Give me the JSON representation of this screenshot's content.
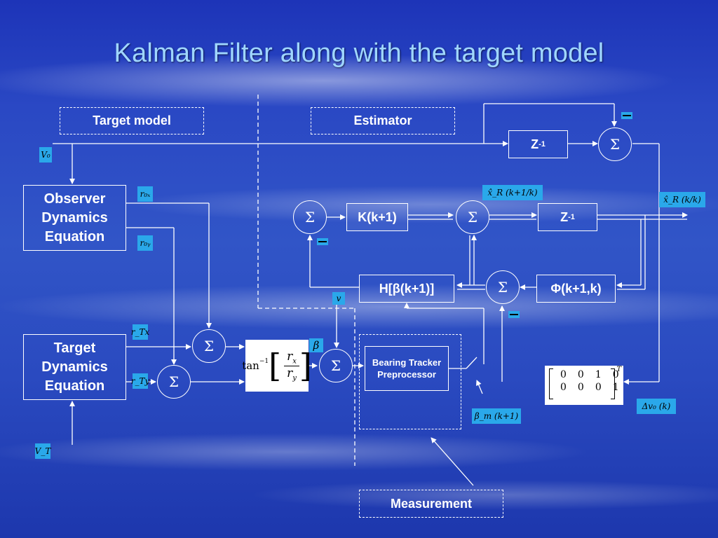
{
  "slide": {
    "title": "Kalman Filter along with the target model"
  },
  "labels": {
    "target_model": "Target model",
    "estimator": "Estimator",
    "measurement": "Measurement"
  },
  "blocks": {
    "observer_dynamics": "Observer Dynamics Equation",
    "target_dynamics": "Target Dynamics Equation",
    "bearing_tracker": "Bearing Tracker Preprocessor",
    "gain": "K(k+1)",
    "delay_top": "Z",
    "delay_mid": "Z",
    "delay_exponent": "-1",
    "measurement_matrix": "H[β(k+1)]",
    "transition": "Φ(k+1,k)",
    "sum_symbol": "Σ",
    "arctan": "tan",
    "arctan_exponent": "−1",
    "arctan_num": "r",
    "arctan_num_sub": "x",
    "arctan_den": "r",
    "arctan_den_sub": "y",
    "selection_matrix": [
      [
        "0",
        "0",
        "1",
        "0"
      ],
      [
        "0",
        "0",
        "0",
        "1"
      ]
    ],
    "selection_transpose": "T"
  },
  "signals": {
    "v0": "V₀",
    "vT": "V_T",
    "r0x": "r₀ₓ",
    "r0y": "r₀ᵧ",
    "rTx": "r_Tx",
    "rTy": "r_Ty",
    "noise": "v",
    "beta": "β",
    "beta_m": "β_m (k+1)",
    "x_pred": "x̂_R (k+1/k)",
    "x_est": "x̂_R (k/k)",
    "delta_v0": "Δv₀ (k)"
  },
  "colors": {
    "accent_chip": "#2aa8ea",
    "title": "#9fd6ff",
    "line": "#ffffff"
  }
}
